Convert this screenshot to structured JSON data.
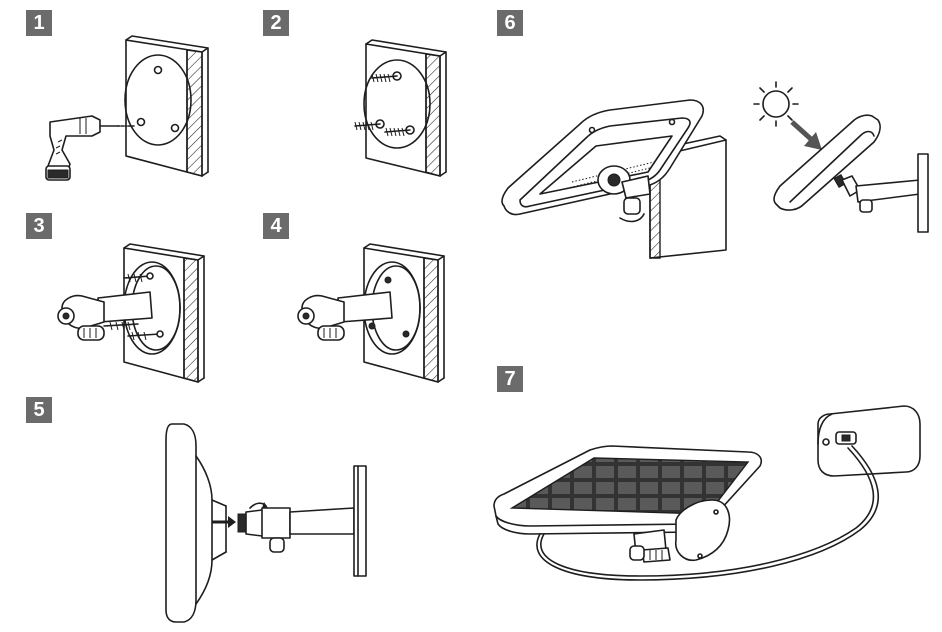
{
  "steps": {
    "s1": "1",
    "s2": "2",
    "s3": "3",
    "s4": "4",
    "s5": "5",
    "s6": "6",
    "s7": "7"
  },
  "colors": {
    "badge_bg": "#6b6b6b",
    "line": "#1e1e1e"
  },
  "icons": [
    "drill-icon",
    "sun-icon",
    "arrow-icon",
    "screw-icon",
    "solar-panel-icon",
    "camera-icon"
  ]
}
